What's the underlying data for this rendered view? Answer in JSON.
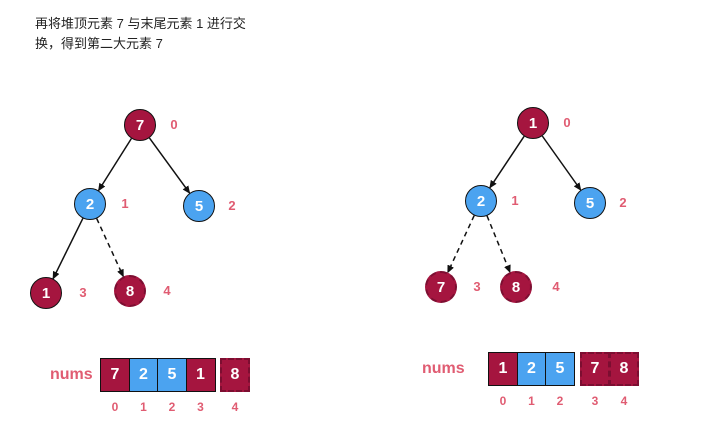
{
  "caption": {
    "line1": "再将堆顶元素 7 与末尾元素 1 进行交",
    "line2": "换，得到第二大元素 7"
  },
  "colors": {
    "node_red": "#A5153F",
    "node_blue": "#4BA3F0",
    "label_pink": "#E05C72",
    "edge_black": "#111111",
    "dashed_border_red": "#7C0E31"
  },
  "left_tree": {
    "nodes": [
      {
        "value": "7",
        "index": "0",
        "style": "red"
      },
      {
        "value": "2",
        "index": "1",
        "style": "blue"
      },
      {
        "value": "5",
        "index": "2",
        "style": "blue"
      },
      {
        "value": "1",
        "index": "3",
        "style": "red"
      },
      {
        "value": "8",
        "index": "4",
        "style": "red-dashed"
      }
    ]
  },
  "right_tree": {
    "nodes": [
      {
        "value": "1",
        "index": "0",
        "style": "red"
      },
      {
        "value": "2",
        "index": "1",
        "style": "blue"
      },
      {
        "value": "5",
        "index": "2",
        "style": "blue"
      },
      {
        "value": "7",
        "index": "3",
        "style": "red-dashed"
      },
      {
        "value": "8",
        "index": "4",
        "style": "red-dashed"
      }
    ]
  },
  "left_array": {
    "label": "nums",
    "cells": [
      {
        "value": "7",
        "style": "red"
      },
      {
        "value": "2",
        "style": "blue"
      },
      {
        "value": "5",
        "style": "blue"
      },
      {
        "value": "1",
        "style": "red"
      },
      {
        "value": "8",
        "style": "red-dashed"
      }
    ],
    "indices": [
      "0",
      "1",
      "2",
      "3",
      "4"
    ]
  },
  "right_array": {
    "label": "nums",
    "cells": [
      {
        "value": "1",
        "style": "red"
      },
      {
        "value": "2",
        "style": "blue"
      },
      {
        "value": "5",
        "style": "blue"
      },
      {
        "value": "7",
        "style": "red-dashed"
      },
      {
        "value": "8",
        "style": "red-dashed"
      }
    ],
    "indices": [
      "0",
      "1",
      "2",
      "3",
      "4"
    ]
  }
}
